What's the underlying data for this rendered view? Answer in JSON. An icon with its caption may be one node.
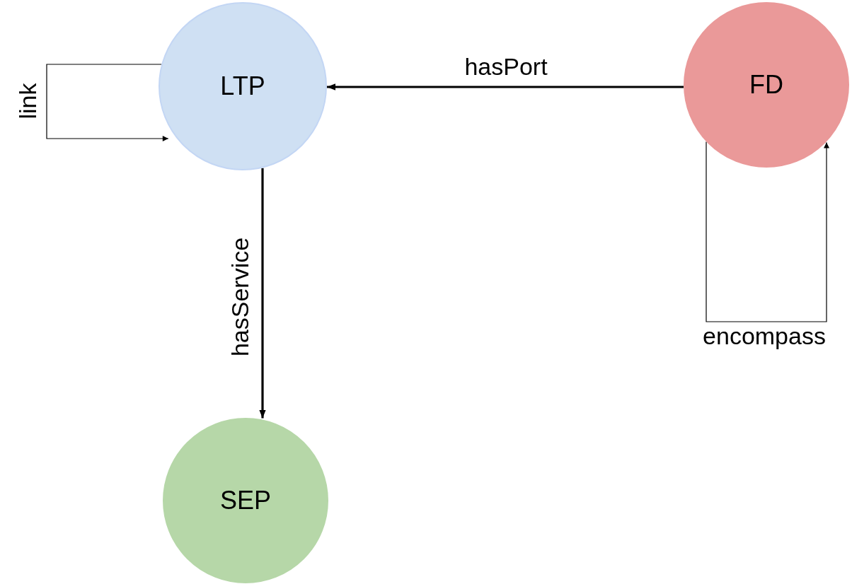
{
  "diagram": {
    "nodes": [
      {
        "text": [
          "LTP"
        ]
      },
      {
        "text": [
          "FD"
        ]
      },
      {
        "text": [
          "SEP"
        ]
      }
    ],
    "edges": [
      {
        "from": 1,
        "to": 0,
        "arrow": "to",
        "label": "hasPort",
        "style": "thick"
      },
      {
        "from": 0,
        "to": 0,
        "arrow": "to",
        "label": "link"
      },
      {
        "from": 0,
        "to": 2,
        "arrow": "to",
        "label": "hasService",
        "style": "thick"
      },
      {
        "from": 1,
        "to": 1,
        "arrow": "to",
        "label": "encompass"
      }
    ]
  }
}
